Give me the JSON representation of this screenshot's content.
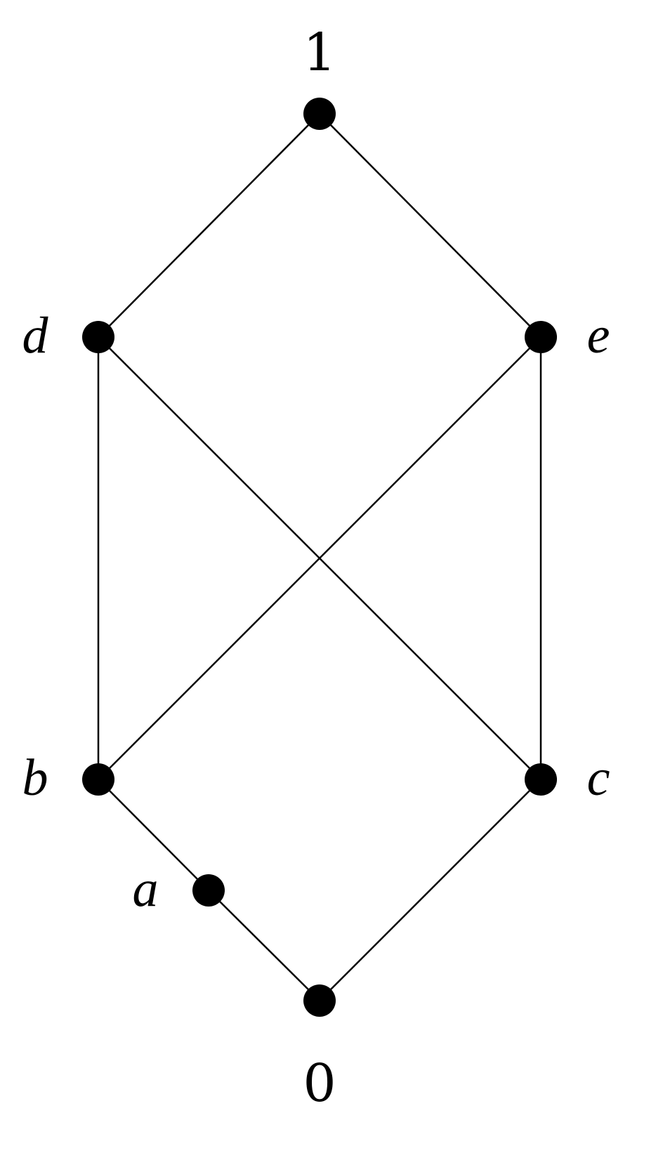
{
  "diagram": {
    "nodes": [
      {
        "id": "top",
        "label": "1"
      },
      {
        "id": "d",
        "label": "d"
      },
      {
        "id": "e",
        "label": "e"
      },
      {
        "id": "b",
        "label": "b"
      },
      {
        "id": "c",
        "label": "c"
      },
      {
        "id": "a",
        "label": "a"
      },
      {
        "id": "bottom",
        "label": "0"
      }
    ],
    "edges": [
      {
        "from": "top",
        "to": "d"
      },
      {
        "from": "top",
        "to": "e"
      },
      {
        "from": "d",
        "to": "b"
      },
      {
        "from": "d",
        "to": "c"
      },
      {
        "from": "e",
        "to": "b"
      },
      {
        "from": "e",
        "to": "c"
      },
      {
        "from": "b",
        "to": "a"
      },
      {
        "from": "a",
        "to": "bottom"
      },
      {
        "from": "c",
        "to": "bottom"
      }
    ]
  }
}
